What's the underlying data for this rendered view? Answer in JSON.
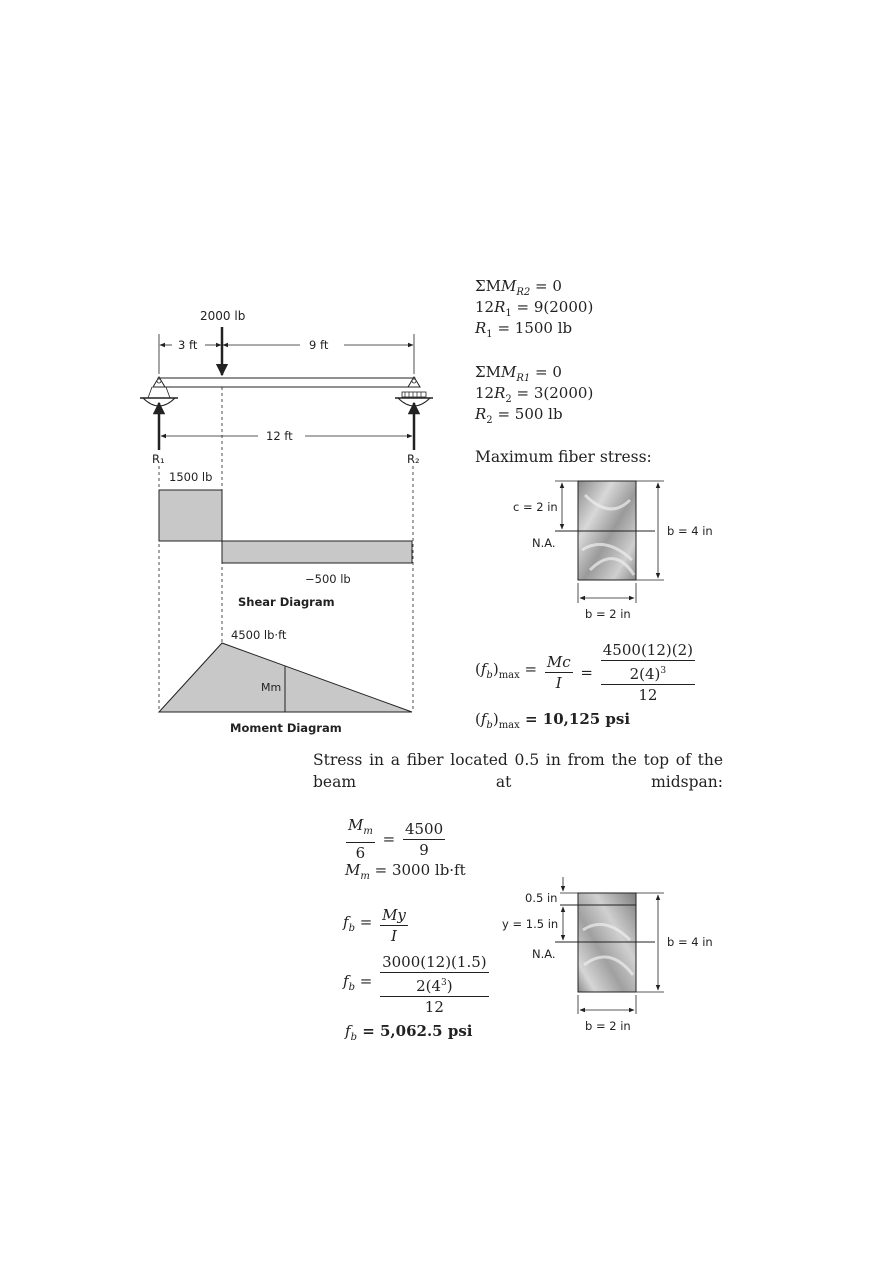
{
  "beam": {
    "load_label": "2000 lb",
    "dim_left": "3 ft",
    "dim_right": "9 ft",
    "span_label": "12 ft",
    "r1_label": "R₁",
    "r2_label": "R₂",
    "shear_pos_label": "1500 lb",
    "shear_neg_label": "−500 lb",
    "shear_title": "Shear Diagram",
    "moment_max_label": "4500 lb·ft",
    "moment_mid_label": "Mm",
    "moment_title": "Moment Diagram"
  },
  "reactions": {
    "l1a": "ΣM",
    "l1b": "R2",
    "l1c": " = 0",
    "l2a": "12",
    "l2b": "R",
    "l2c": "1",
    "l2d": " = 9(2000)",
    "l3a": "R",
    "l3b": "1",
    "l3c": " = 1500 lb",
    "l4a": "ΣM",
    "l4b": "R1",
    "l4c": " = 0",
    "l5a": "12",
    "l5b": "R",
    "l5c": "2",
    "l5d": " = 3(2000)",
    "l6a": "R",
    "l6b": "2",
    "l6c": " = 500 lb"
  },
  "max_stress": {
    "heading": "Maximum fiber stress:",
    "c_label": "c = 2 in",
    "na_label": "N.A.",
    "h_label": "b = 4 in",
    "w_label": "b = 2 in",
    "lhs": "f",
    "lhs_sub": "b",
    "lhs_max": "max",
    "eq1": " = ",
    "f1_num": "Mc",
    "f1_den": "I",
    "eq2": " = ",
    "f2_num": "4500(12)(2)",
    "f2_den_top": "2(4)",
    "f2_den_sup": "3",
    "f2_den_bottom": "12",
    "result_lhs": "f",
    "result_sub": "b",
    "result_max": "max",
    "result_value": " = 10,125 psi"
  },
  "fiber_stress": {
    "paragraph": "Stress in a fiber located 0.5 in from the top of the beam at midspan:",
    "mm_num": "M",
    "mm_num_sub": "m",
    "mm_den": "6",
    "mm_eq": " = ",
    "mm_rnum": "4500",
    "mm_rden": "9",
    "mm_result_a": "M",
    "mm_result_sub": "m",
    "mm_result_b": " = 3000 lb·ft",
    "fb1_lhs": "f",
    "fb1_sub": "b",
    "fb1_eq": " = ",
    "fb1_num": "My",
    "fb1_den": "I",
    "fb2_lhs": "f",
    "fb2_sub": "b",
    "fb2_eq": " = ",
    "fb2_num": "3000(12)(1.5)",
    "fb2_den_top_a": "2(4",
    "fb2_den_top_sup": "3",
    "fb2_den_top_b": ")",
    "fb2_den_bottom": "12",
    "fb3_lhs": "f",
    "fb3_sub": "b",
    "fb3_value": " = 5,062.5 psi",
    "sec_top_label": "0.5 in",
    "sec_y_label": "y = 1.5 in",
    "sec_na_label": "N.A.",
    "sec_h_label": "b = 4 in",
    "sec_w_label": "b = 2 in"
  }
}
